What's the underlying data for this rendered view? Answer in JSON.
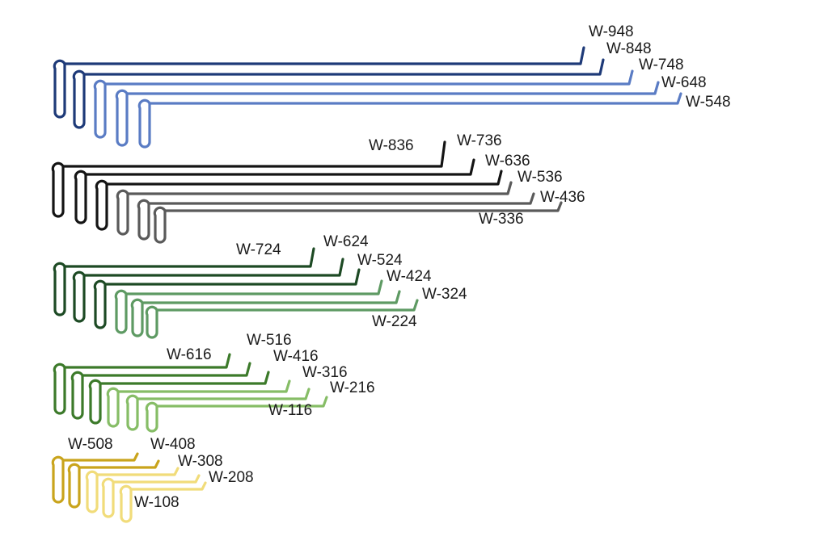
{
  "groups": [
    {
      "name": "blue",
      "colors": {
        "dark": "#1e3a78",
        "light": "#5a7cc4"
      },
      "labels": [
        "W-948",
        "W-848",
        "W-748",
        "W-648",
        "W-548"
      ]
    },
    {
      "name": "black",
      "colors": {
        "dark": "#141414",
        "light": "#5a5a5a"
      },
      "labels": [
        "W-836",
        "W-736",
        "W-636",
        "W-536",
        "W-436",
        "W-336"
      ]
    },
    {
      "name": "dark-green",
      "colors": {
        "dark": "#1d4a24",
        "light": "#5e9a63"
      },
      "labels": [
        "W-724",
        "W-624",
        "W-524",
        "W-424",
        "W-324",
        "W-224"
      ]
    },
    {
      "name": "light-green",
      "colors": {
        "dark": "#3c7a2a",
        "light": "#86bd66"
      },
      "labels": [
        "W-616",
        "W-516",
        "W-416",
        "W-316",
        "W-216",
        "W-116"
      ]
    },
    {
      "name": "yellow",
      "colors": {
        "dark": "#c9a41c",
        "light": "#f1dc7a"
      },
      "labels": [
        "W-508",
        "W-408",
        "W-308",
        "W-208",
        "W-108"
      ]
    }
  ]
}
